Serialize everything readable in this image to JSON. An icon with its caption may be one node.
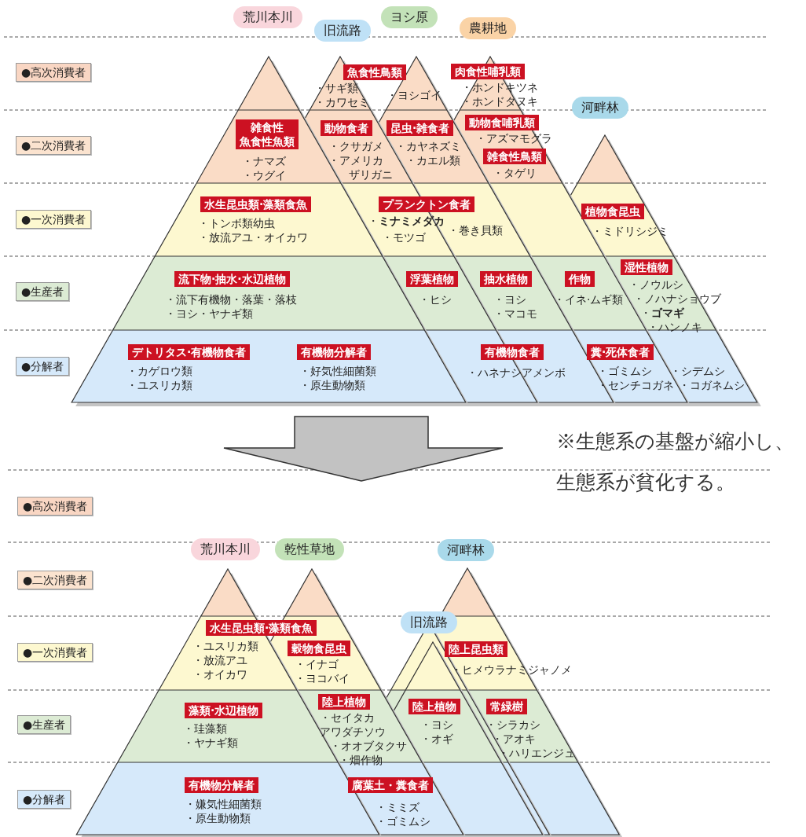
{
  "diagram": {
    "nodes": [
      {
        "text": [
          "荒川本川"
        ]
      },
      {
        "text": [
          "旧流路"
        ]
      },
      {
        "text": [
          "ヨシ原"
        ]
      },
      {
        "text": [
          "農耕地"
        ]
      },
      {
        "text": [
          "河畔林"
        ]
      },
      {
        "text": [
          "●高次消費者"
        ]
      },
      {
        "text": [
          "●二次消費者"
        ]
      },
      {
        "text": [
          "●一次消費者"
        ]
      },
      {
        "text": [
          "●生産者"
        ]
      },
      {
        "text": [
          "●分解者"
        ]
      },
      {
        "text": [
          "魚食性鳥類"
        ],
        "beside": [
          "・サギ類",
          "・カワセミ",
          "・ヨシゴイ"
        ]
      },
      {
        "text": [
          "肉食性哺乳類"
        ],
        "beside": [
          "・ホンドキツネ",
          "・ホンドタヌキ"
        ]
      },
      {
        "text": [
          "雑食性魚食性魚類"
        ],
        "beside": [
          "・ナマズ",
          "・ウグイ"
        ]
      },
      {
        "text": [
          "動物食者"
        ],
        "beside": [
          "・クサガメ",
          "・アメリカザリガニ"
        ]
      },
      {
        "text": [
          "昆虫·雑食者"
        ],
        "beside": [
          "・カヤネズミ",
          "・カエル類"
        ]
      },
      {
        "text": [
          "動物食哺乳類"
        ],
        "beside": [
          "・アズマモグラ"
        ]
      },
      {
        "text": [
          "雑食性鳥類"
        ],
        "beside": [
          "・タゲリ"
        ]
      },
      {
        "text": [
          "水生昆虫類·藻類食魚"
        ],
        "beside": [
          "・トンボ類幼虫",
          "・放流アユ・オイカワ"
        ]
      },
      {
        "text": [
          "プランクトン食者"
        ],
        "beside": [
          "・**ミナミメダカ**",
          "・モツゴ",
          "・巻き貝類"
        ]
      },
      {
        "text": [
          "植物食昆虫"
        ],
        "beside": [
          "・ミドリシジミ"
        ]
      },
      {
        "text": [
          "湿性植物"
        ],
        "beside": [
          "・ノウルシ",
          "・ノハナショウブ",
          "・**ゴマギ**",
          "・ハンノキ"
        ]
      },
      {
        "text": [
          "流下物·抽水·水辺植物"
        ],
        "beside": [
          "・流下有機物・落葉・落枝",
          "・ヨシ・ヤナギ類"
        ]
      },
      {
        "text": [
          "浮葉植物"
        ],
        "beside": [
          "・ヒシ"
        ]
      },
      {
        "text": [
          "抽水植物"
        ],
        "beside": [
          "・ヨシ",
          "・マコモ"
        ]
      },
      {
        "text": [
          "作物"
        ],
        "beside": [
          "・イネ·ムギ類"
        ]
      },
      {
        "text": [
          "デトリタス·有機物食者"
        ],
        "beside": [
          "・カゲロウ類",
          "・ユスリカ類"
        ]
      },
      {
        "text": [
          "有機物分解者"
        ],
        "beside": [
          "・好気性細菌類",
          "・原生動物類"
        ]
      },
      {
        "text": [
          "有機物食者"
        ],
        "beside": [
          "・ハネナシアメンボ"
        ]
      },
      {
        "text": [
          "糞·死体食者"
        ],
        "beside": [
          "・ゴミムシ",
          "・センチコガネ",
          "・シデムシ",
          "・コガネムシ"
        ]
      },
      {
        "text": [
          "●高次消費者"
        ]
      },
      {
        "text": [
          "荒川本川"
        ]
      },
      {
        "text": [
          "乾性草地"
        ]
      },
      {
        "text": [
          "河畔林"
        ]
      },
      {
        "text": [
          "●二次消費者"
        ]
      },
      {
        "text": [
          "旧流路"
        ]
      },
      {
        "text": [
          "水生昆虫類·藻類食魚"
        ],
        "beside": [
          "・ユスリカ類",
          "・放流アユ",
          "・オイカワ"
        ]
      },
      {
        "text": [
          "●一次消費者"
        ]
      },
      {
        "text": [
          "陸上昆虫類"
        ],
        "beside": [
          "・ヒメウラナミジャノメ"
        ]
      },
      {
        "text": [
          "穀物食昆虫"
        ],
        "beside": [
          "・イナゴ",
          "・ヨコバイ"
        ]
      },
      {
        "text": [
          "陸上植物"
        ],
        "beside": [
          "・セイタカアワダチソウ",
          "・オオブタクサ",
          "・畑作物"
        ]
      },
      {
        "text": [
          "陸上植物"
        ],
        "beside": [
          "・ヨシ",
          "・オギ"
        ]
      },
      {
        "text": [
          "常緑樹"
        ],
        "beside": [
          "・シラカシ",
          "・アオキ",
          "・ハリエンジュ"
        ]
      },
      {
        "text": [
          "藻類·水辺植物"
        ],
        "beside": [
          "・珪藻類",
          "・ヤナギ類"
        ]
      },
      {
        "text": [
          "●生産者"
        ]
      },
      {
        "text": [
          "有機物分解者"
        ],
        "beside": [
          "・嫌気性細菌類",
          "・原生動物類"
        ]
      },
      {
        "text": [
          "腐葉土・糞食者"
        ],
        "beside": [
          "・ミミズ",
          "・ゴミムシ"
        ]
      },
      {
        "text": [
          "●分解者"
        ]
      }
    ],
    "labels": [
      "※生態系の基盤が縮小し、生態系が貧化する。"
    ]
  }
}
